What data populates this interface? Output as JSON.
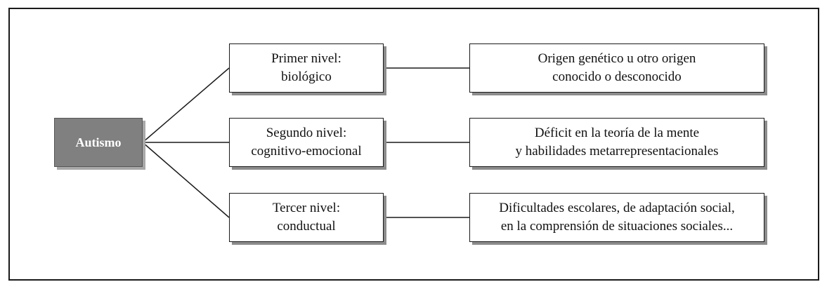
{
  "diagram": {
    "root": {
      "label": "Autismo",
      "fill": "#808080"
    },
    "levels": [
      {
        "title": [
          "Primer nivel:",
          "biológico"
        ],
        "description": [
          "Origen genético u otro origen",
          "conocido o desconocido"
        ]
      },
      {
        "title": [
          "Segundo nivel:",
          "cognitivo-emocional"
        ],
        "description": [
          "Déficit en la teoría de la mente",
          "y habilidades metarrepresentacionales"
        ]
      },
      {
        "title": [
          "Tercer nivel:",
          "conductual"
        ],
        "description": [
          "Dificultades escolares, de adaptación social,",
          "en la comprensión de situaciones sociales..."
        ]
      }
    ]
  }
}
